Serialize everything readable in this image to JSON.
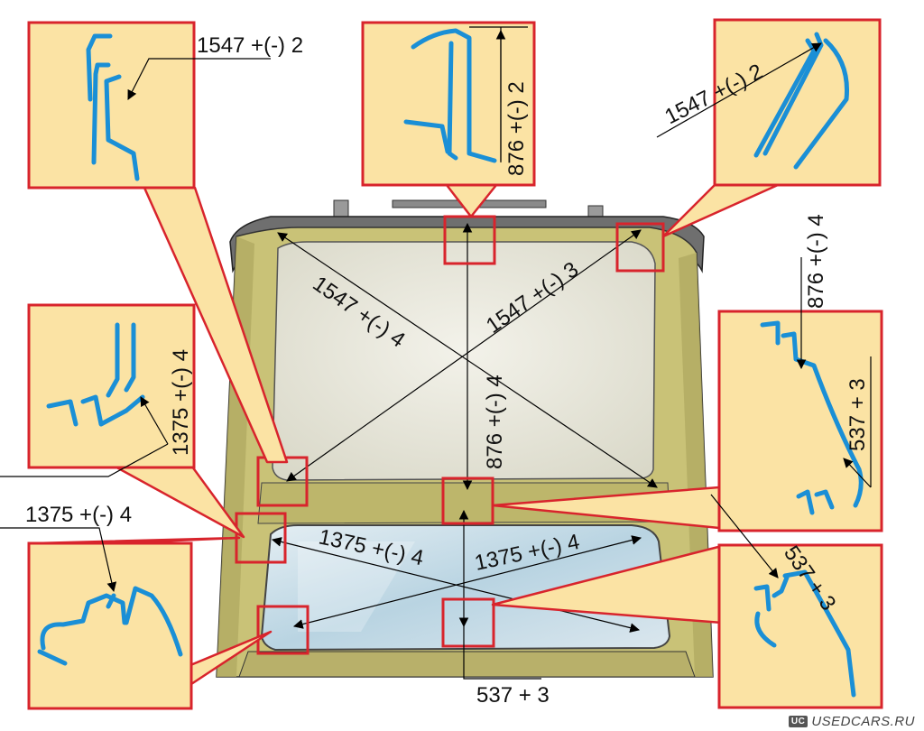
{
  "dimensions": {
    "top_left_callout": "1547 +(-) 2",
    "top_center_callout": "876 +(-) 2",
    "top_right_callout": "1547 +(-) 2",
    "right_side_callout": "876 +(-) 4",
    "right_mid_callout": "537 + 3",
    "right_lower_callout": "537 + 3",
    "left_mid_callout": "1375 +(-) 4",
    "left_lower_callout": "1375 +(-) 4",
    "bottom_callout": "537 + 3",
    "roof_diag_1": "1547 +(-) 4",
    "roof_diag_2": "1547 +(-) 3",
    "roof_vertical": "876 +(-) 4",
    "glass_diag_1": "1375 +(-) 4",
    "glass_diag_2": "1375 +(-) 4"
  },
  "watermark": "USEDCARS.RU",
  "watermark_logo": "UC",
  "colors": {
    "panel_fill": "#fbe3a4",
    "panel_border": "#d8242c",
    "profile_line": "#1a8fd6",
    "car_body": "#c9c277",
    "roof_panel": "#e9e8dc",
    "glass": "#c7dde8"
  }
}
